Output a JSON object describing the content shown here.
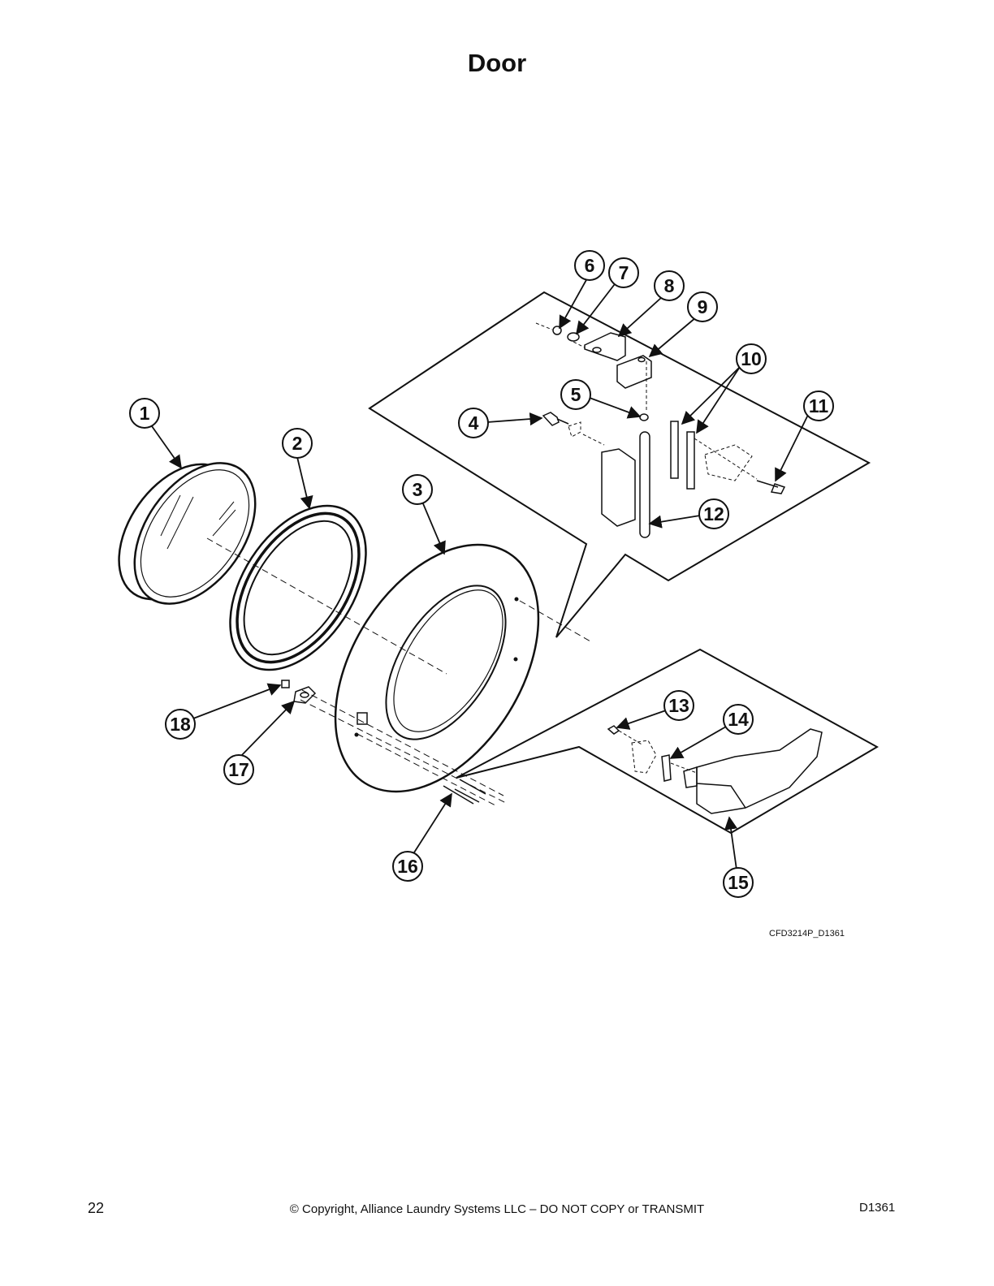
{
  "page": {
    "title": "Door",
    "drawing_code": "CFD3214P_D1361",
    "page_number": "22",
    "copyright": "© Copyright, Alliance Laundry Systems LLC – DO NOT COPY or TRANSMIT",
    "doc_id": "D1361"
  },
  "callouts": [
    "1",
    "2",
    "3",
    "4",
    "5",
    "6",
    "7",
    "8",
    "9",
    "10",
    "11",
    "12",
    "13",
    "14",
    "15",
    "16",
    "17",
    "18"
  ]
}
